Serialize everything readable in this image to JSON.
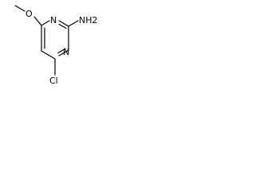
{
  "molecule": {
    "atoms": {
      "methoxy_O": "O",
      "ring_N_top": "N",
      "ring_N_bottom": "N",
      "amine": "NH2",
      "chlorine": "Cl"
    }
  }
}
